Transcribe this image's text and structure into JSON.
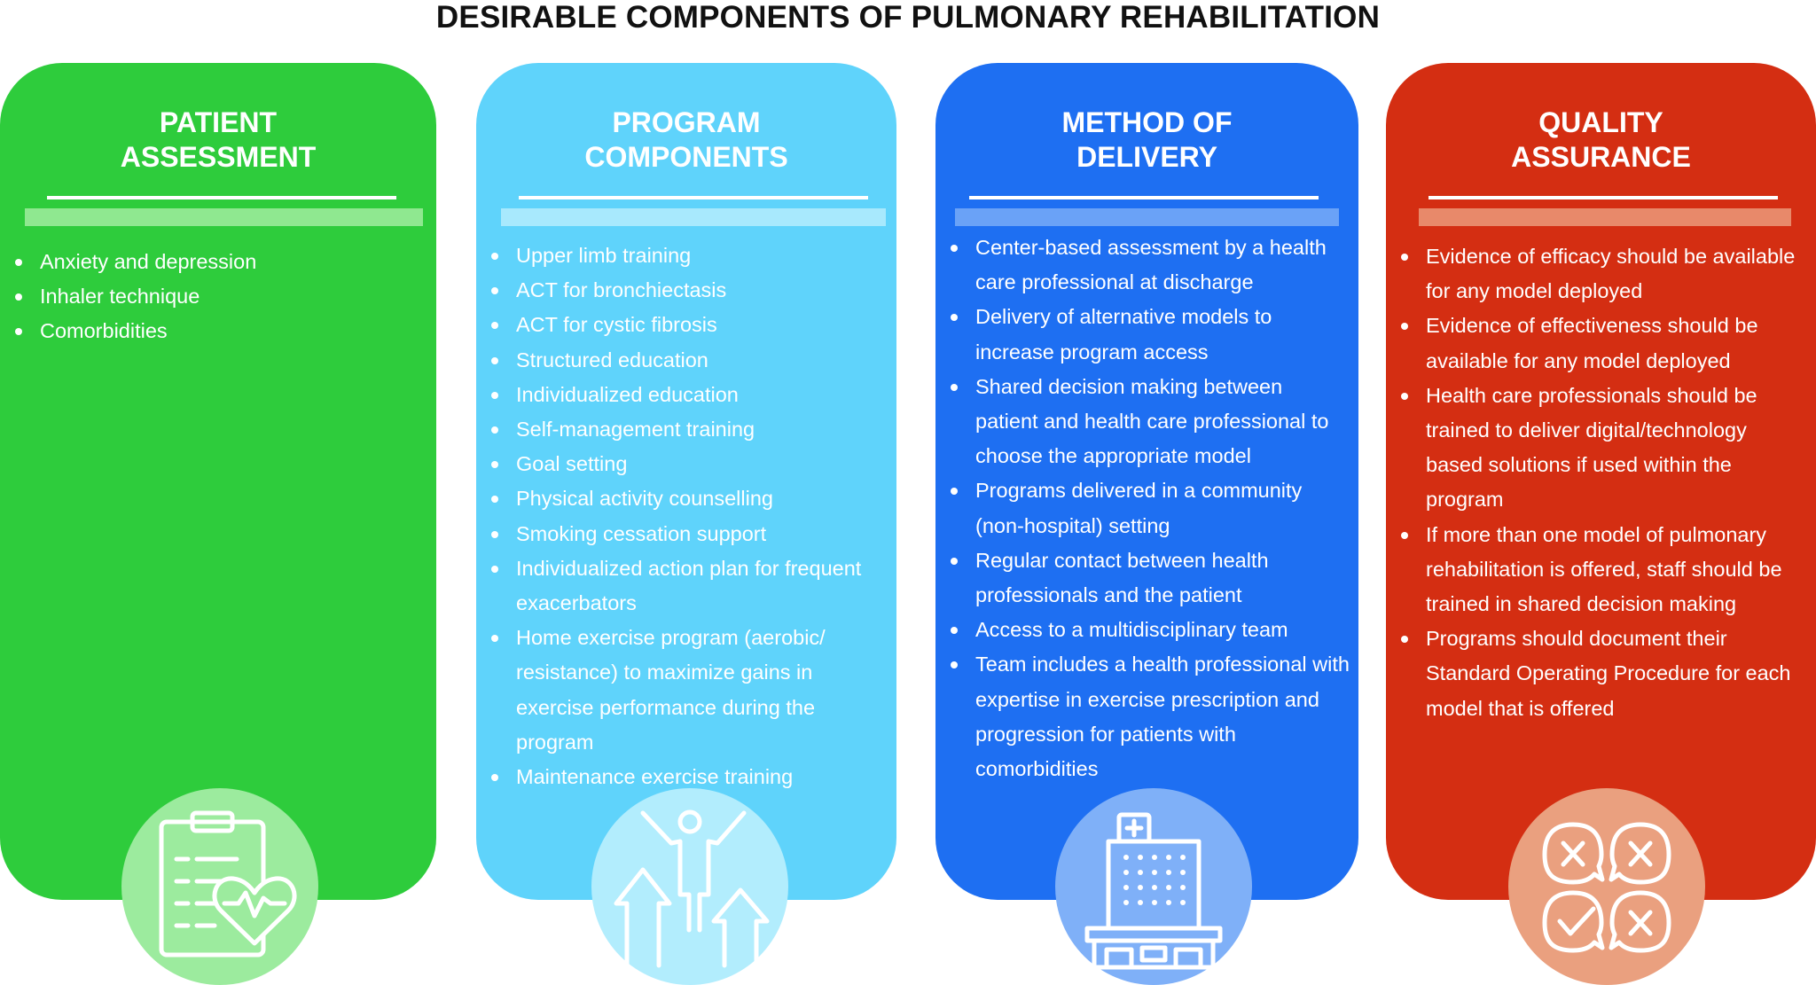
{
  "title": "DESIRABLE COMPONENTS OF PULMONARY REHABILITATION",
  "colors": {
    "patient": "#2ecc3c",
    "patient_band": "#8fe890",
    "patient_circle": "#9ceb9e",
    "program": "#5fd3fb",
    "program_band": "#a8e9fd",
    "program_circle": "#b2edfd",
    "delivery": "#1e6ff2",
    "delivery_band": "#6aa2f7",
    "delivery_circle": "#7fb0f8",
    "quality": "#d42e12",
    "quality_band": "#e8896a",
    "quality_circle": "#eaa07f"
  },
  "columns": [
    {
      "title_lines": [
        "PATIENT",
        "ASSESSMENT"
      ],
      "icon": "clipboard-heart-icon",
      "items": [
        "Anxiety and depression",
        "Inhaler technique",
        "Comorbidities"
      ]
    },
    {
      "title_lines": [
        "PROGRAM",
        "COMPONENTS"
      ],
      "icon": "person-rising-arrows-icon",
      "items": [
        "Upper limb training",
        "ACT for bronchiectasis",
        "ACT for cystic fibrosis",
        "Structured education",
        "Individualized education",
        "Self-management training",
        "Goal setting",
        "Physical activity counselling",
        "Smoking cessation support",
        "Individualized action plan for frequent exacerbators",
        "Home exercise program (aerobic/ resistance) to maximize gains in exercise performance during the program",
        "Maintenance exercise training"
      ]
    },
    {
      "title_lines": [
        "METHOD OF",
        "DELIVERY"
      ],
      "icon": "hospital-building-icon",
      "items": [
        "Center-based assessment by a health care professional at discharge",
        "Delivery of alternative models to increase program access",
        "Shared decision making between patient and health care professional to choose the appropriate model",
        "Programs delivered in a community (non-hospital) setting",
        "Regular contact between health professionals and the patient",
        "Access to a multidisciplinary team",
        "Team includes a health professional with expertise in exercise prescription and progression for patients with comorbidities"
      ]
    },
    {
      "title_lines": [
        "QUALITY",
        "ASSURANCE"
      ],
      "icon": "check-cross-bubbles-icon",
      "items": [
        "Evidence of efficacy should be available for any model deployed",
        "Evidence of effectiveness should be available for any model deployed",
        "Health care professionals should be trained to deliver digital/technology based solutions if used within the program",
        "If more than one model of pulmonary rehabilitation is offered, staff should be trained in shared decision making",
        "Programs should document their Standard Operating Procedure for each model that is offered"
      ]
    }
  ]
}
